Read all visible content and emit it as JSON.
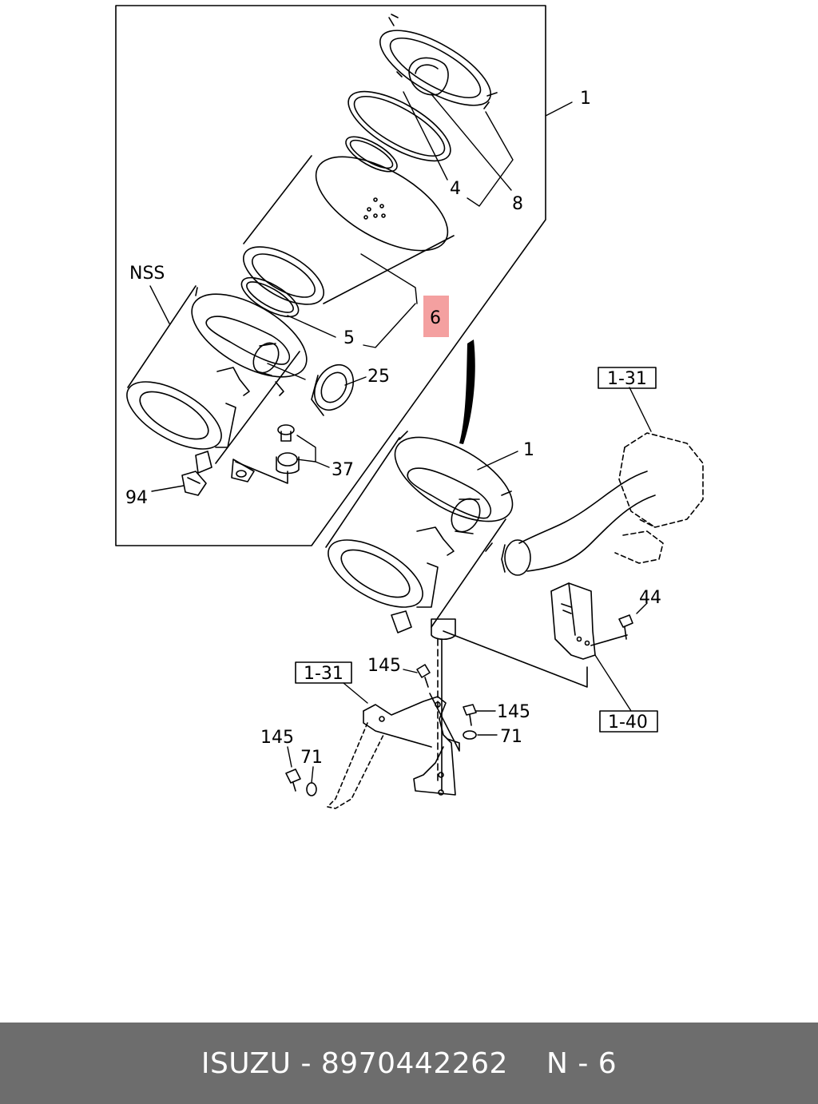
{
  "labels": {
    "nss": "NSS",
    "n1_top": "1",
    "n8": "8",
    "n4": "4",
    "n6": "6",
    "n5": "5",
    "n25": "25",
    "n37": "37",
    "n94": "94",
    "n1_mid": "1",
    "ref_1_31_top": "1-31",
    "n44": "44",
    "ref_1_31_bottom": "1-31",
    "n145_a": "145",
    "n145_b": "145",
    "n71_a": "71",
    "n145_c": "145",
    "n71_b": "71",
    "ref_1_40": "1-40"
  },
  "footer": {
    "brand": "ISUZU - 8970442262",
    "code": "N - 6"
  },
  "colors": {
    "highlight": "#f4a0a0",
    "footer_bg": "#6d6d6d"
  }
}
